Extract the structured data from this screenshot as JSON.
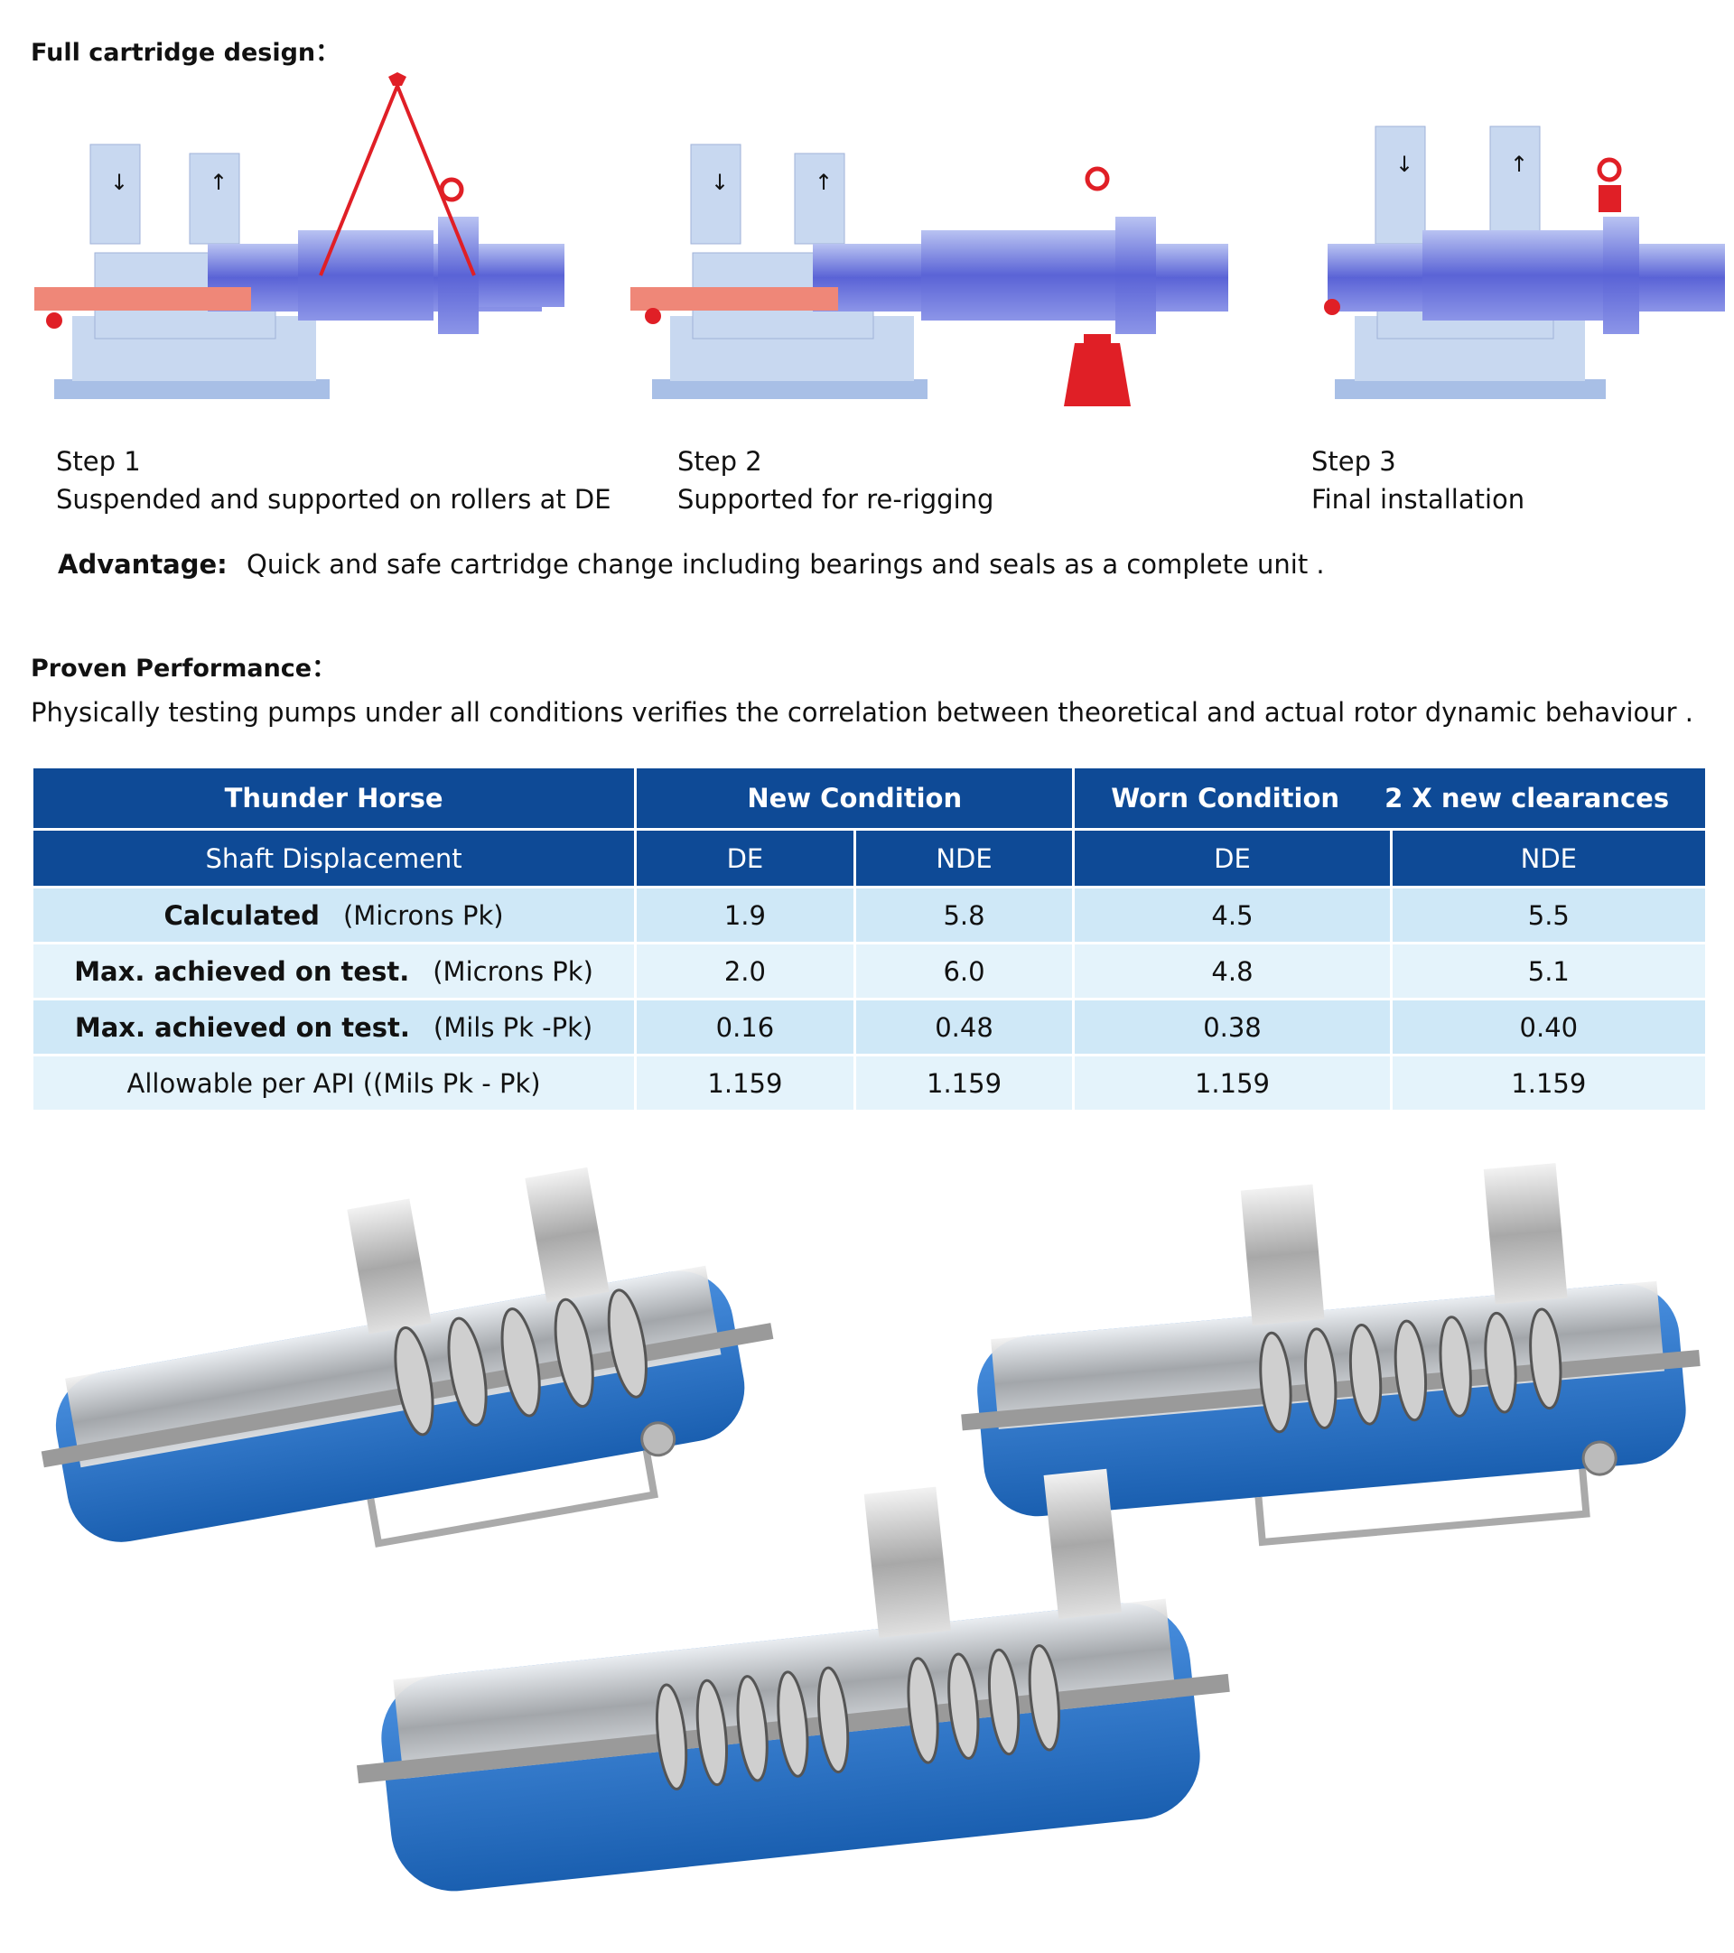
{
  "section1": {
    "heading": "Full cartridge design：",
    "steps": [
      {
        "title": "Step 1",
        "caption": "Suspended and supported on rollers at DE"
      },
      {
        "title": "Step 2",
        "caption": "Supported for re-rigging"
      },
      {
        "title": "Step 3",
        "caption": "Final installation"
      }
    ],
    "advantage_label": "Advantage:",
    "advantage_text": "Quick and safe cartridge change including bearings and seals as a complete unit ."
  },
  "section2": {
    "heading": "Proven Performance：",
    "intro": "Physically testing pumps under all conditions verifies the correlation between theoretical and actual rotor dynamic behaviour ."
  },
  "table": {
    "header1": {
      "c1": "Thunder Horse",
      "c2": "New Condition",
      "c3a": "Worn Condition",
      "c3b": "2 X new clearances"
    },
    "header2": {
      "c1": "Shaft Displacement",
      "de1": "DE",
      "nde1": "NDE",
      "de2": "DE",
      "nde2": "NDE"
    },
    "rows": [
      {
        "label_bold": "Calculated",
        "label_unit": "(Microns Pk)",
        "v": [
          "1.9",
          "5.8",
          "4.5",
          "5.5"
        ]
      },
      {
        "label_bold": "Max. achieved on test.",
        "label_unit": "(Microns Pk)",
        "v": [
          "2.0",
          "6.0",
          "4.8",
          "5.1"
        ]
      },
      {
        "label_bold": "Max. achieved on test.",
        "label_unit": "(Mils Pk -Pk)",
        "v": [
          "0.16",
          "0.48",
          "0.38",
          "0.40"
        ]
      },
      {
        "label_bold": "",
        "label_unit": "Allowable per API   ((Mils Pk - Pk)",
        "v": [
          "1.159",
          "1.159",
          "1.159",
          "1.159"
        ]
      }
    ]
  },
  "colors": {
    "table_header": "#0e4a96",
    "row_dark": "#cfe8f7",
    "row_light": "#e4f3fb",
    "pump_blue": "#1f6fc4",
    "rig_red": "#e01f26"
  }
}
